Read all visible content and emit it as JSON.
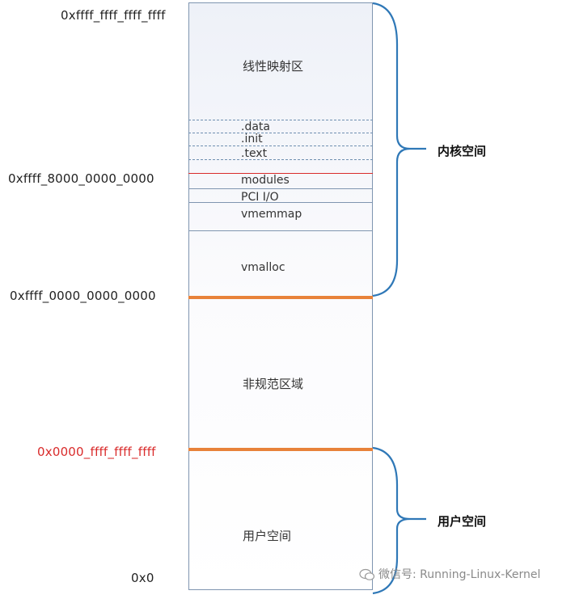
{
  "regions": {
    "linear_map": "线性映射区",
    "data": ".data",
    "init": ".init",
    "text": ".text",
    "modules": "modules",
    "pci_io": "PCI I/O",
    "vmemmap": "vmemmap",
    "vmalloc": "vmalloc",
    "noncanonical": "非规范区域",
    "user_space": "用户空间"
  },
  "addresses": {
    "top": "0xffff_ffff_ffff_ffff",
    "kernel_image_base": "0xffff_8000_0000_0000",
    "kernel_base": "0xffff_0000_0000_0000",
    "user_top": "0x0000_ffff_ffff_ffff",
    "zero": "0x0"
  },
  "braces": {
    "kernel_space": "内核空间",
    "user_space": "用户空间"
  },
  "watermark": "微信号: Running-Linux-Kernel",
  "colors": {
    "border": "#7f95b0",
    "dashed": "#6f8fb0",
    "modules_line": "#d92b2b",
    "boundary": "#e8823a",
    "user_top_address": "#d92b2b",
    "brace": "#2f78b7"
  }
}
